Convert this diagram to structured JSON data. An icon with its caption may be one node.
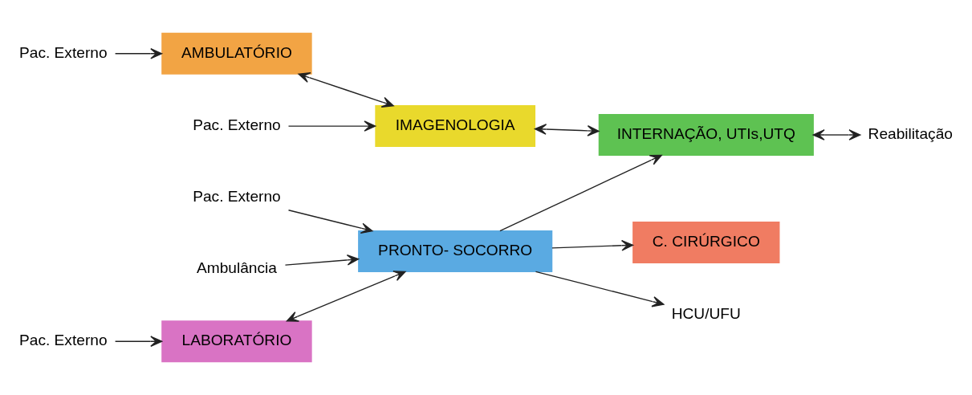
{
  "diagram": {
    "nodes": [
      {
        "text": [
          "LABORATÓRIO"
        ]
      },
      {
        "text": [
          "PRONTO- SOCORRO"
        ]
      },
      {
        "text": [
          "AMBULATÓRIO"
        ]
      },
      {
        "text": [
          "IMAGENOLOGIA"
        ]
      },
      {
        "text": [
          "INTERNAÇÃO, UTIs,UTQ"
        ]
      },
      {
        "text": [
          "C. CIRÚRGICO"
        ]
      },
      {
        "text": [
          "Pac. Externo"
        ]
      },
      {
        "text": [
          "Pac. Externo"
        ]
      },
      {
        "text": [
          "Ambulância"
        ]
      },
      {
        "text": [
          "Pac. Externo"
        ]
      },
      {
        "text": [
          "HCU/UFU"
        ]
      },
      {
        "text": [
          "Pac. Externo"
        ]
      },
      {
        "text": [
          "Reabilitação"
        ]
      }
    ],
    "edges": [
      {
        "from": 6,
        "to": 0,
        "arrow": "to"
      },
      {
        "from": 7,
        "to": 1,
        "arrow": "to"
      },
      {
        "from": 8,
        "to": 1,
        "arrow": "to"
      },
      {
        "from": 0,
        "to": 1,
        "arrow": "both"
      },
      {
        "from": 9,
        "to": 2,
        "arrow": "to"
      },
      {
        "from": 2,
        "to": 3,
        "arrow": "both"
      },
      {
        "from": 1,
        "to": 10,
        "arrow": "to"
      },
      {
        "from": 11,
        "to": 3,
        "arrow": "to"
      },
      {
        "from": 3,
        "to": 4,
        "arrow": "both"
      },
      {
        "from": 1,
        "to": 4,
        "arrow": "to"
      },
      {
        "from": 1,
        "to": 5,
        "arrow": "to"
      },
      {
        "from": 4,
        "to": 12,
        "arrow": "both"
      }
    ]
  }
}
